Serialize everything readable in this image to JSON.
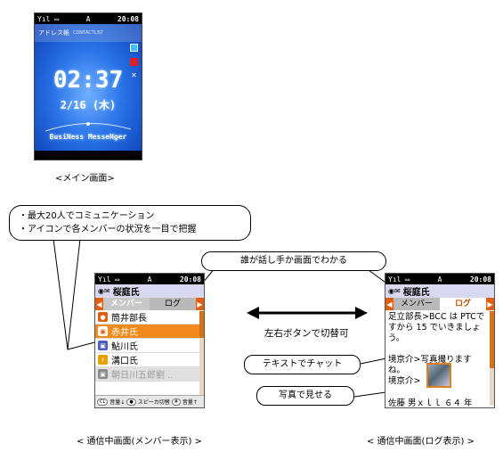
{
  "main_screen": {
    "status_mark": "A",
    "status_time": "20:08",
    "header_title": "アドレス帳",
    "header_subtitle": "CONTACTLIST",
    "clock_time": "02:37",
    "clock_date": "2/16 (木)",
    "brand": "BusiNess MesseNger",
    "caption": "<メイン画面>"
  },
  "callout_top": {
    "line1": "・最大20人でコミュニケーション",
    "line2": "・アイコンで各メンバーの状況を一目で把握"
  },
  "callout_who": "誰が話し手か画面でわかる",
  "arrow_label": "左右ボタンで切替可",
  "callout_text": "テキストでチャット",
  "callout_photo": "写真で見せる",
  "member_screen": {
    "status_mark": "A",
    "status_time": "20:08",
    "title": "桜庭氏",
    "tab_member": "メンバー",
    "tab_log": "ログ",
    "members": [
      {
        "name": "筒井部長",
        "color": "#e06010"
      },
      {
        "name": "赤井氏",
        "color": "#e06010"
      },
      {
        "name": "鮎川氏",
        "color": "#4b5fb8"
      },
      {
        "name": "溝口氏",
        "color": "#e8a000"
      },
      {
        "name": "朝日川五郎劉 ..",
        "color": "#8a8a8a"
      }
    ],
    "foot_volume_down": "音量↓",
    "foot_speaker": "スピーカ切替",
    "foot_volume_up": "音量↑",
    "caption": "< 通信中画面(メンバー表示) >"
  },
  "log_screen": {
    "status_mark": "A",
    "status_time": "20:08",
    "title": "桜庭氏",
    "tab_member": "メンバー",
    "tab_log": "ログ",
    "line1": "足立部長>BCC は PTCで",
    "line2": "すから 15 でいきましょう。",
    "line3": "境京介>写真撮りますね。",
    "line4": "境京介>",
    "line5": "佐藤 男ｘｌｌ ６４ 年",
    "caption": "< 通信中画面(ログ表示) >"
  }
}
